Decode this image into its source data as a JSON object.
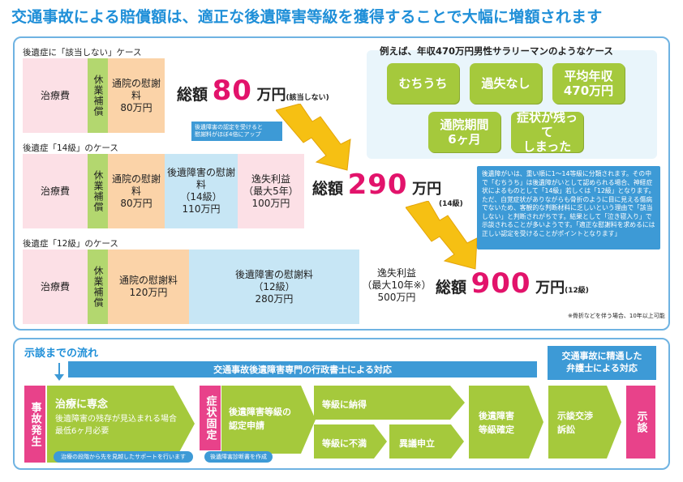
{
  "title": "交通事故による賠償額は、適正な後遺障害等級を獲得することで大幅に増額されます",
  "cases": [
    {
      "label": "後遺症に「該当しない」ケース",
      "cells": [
        "治療費",
        "休業補償",
        "通院の慰謝料\n80万円"
      ],
      "total": {
        "label": "総額",
        "amount": "80",
        "unit": "万円",
        "note": "(該当しない)"
      }
    },
    {
      "label": "後遺症「14級」のケース",
      "cells": [
        "治療費",
        "休業補償",
        "通院の慰謝料\n80万円",
        "後遺障害の慰謝料\n（14級）\n110万円",
        "逸失利益\n（最大5年）\n100万円"
      ],
      "total": {
        "label": "総額",
        "amount": "290",
        "unit": "万円",
        "note": "(14級)"
      }
    },
    {
      "label": "後遺症「12級」のケース",
      "cells": [
        "治療費",
        "休業補償",
        "通院の慰謝料\n120万円",
        "後遺障害の慰謝料\n（12級）\n280万円",
        "逸失利益\n（最大10年※）\n500万円"
      ],
      "total": {
        "label": "総額",
        "amount": "900",
        "unit": "万円",
        "note": "(12級)"
      }
    }
  ],
  "arrow_note": "後遺障害の認定を受けると\n慰謝料がほぼ4倍にアップ",
  "example": {
    "heading": "例えば、年収470万円男性サラリーマンのようなケース",
    "tags": [
      "むちうち",
      "過失なし",
      "平均年収\n470万円",
      "通院期間\n6ヶ月",
      "症状が残って\nしまった"
    ]
  },
  "info_text": "後遺障がいは、重い順に1〜14等級に分類されます。その中で「むちうち」は後遺障がいとして認められる場合、神経症状によるものとして「14級」若しくは「12級」となります。\nただ、自覚症状がありながらも骨折のように目に見える傷病でないため、客観的な判断材料に乏しいという理由で「該当しない」と判断されがちです。結果として「泣き寝入り」で示談されることが多いようです。「適正な慰謝料を求めるには正しい認定を受けることがポイントとなります」",
  "footnote": "※骨折などを伴う場合、10年以上可能",
  "flow": {
    "title": "示談までの流れ",
    "top_bar": "交通事故後遺障害専門の行政書士による対応",
    "lawyer_bar": "交通事故に精通した\n弁護士による対応",
    "accident": "事故発生",
    "treatment_title": "治療に専念",
    "treatment_body": "後遺障害の残存が見込まれる場合\n最低6ヶ月必要",
    "treatment_sub": "治療の段階から先を見越したサポートを行います",
    "fixed": "症状固定",
    "apply": "後遺障害等級の\n認定申請",
    "apply_sub": "後遺障害診断書を作成",
    "accept": "等級に納得",
    "reject": "等級に不満",
    "appeal": "異議申立",
    "confirm": "後遺障害\n等級確定",
    "negotiate": "示談交渉\n訴訟",
    "settle": "示談"
  },
  "colors": {
    "accent_blue": "#1f8fd8",
    "pink": "#e2136b",
    "green": "#a5c93c"
  }
}
